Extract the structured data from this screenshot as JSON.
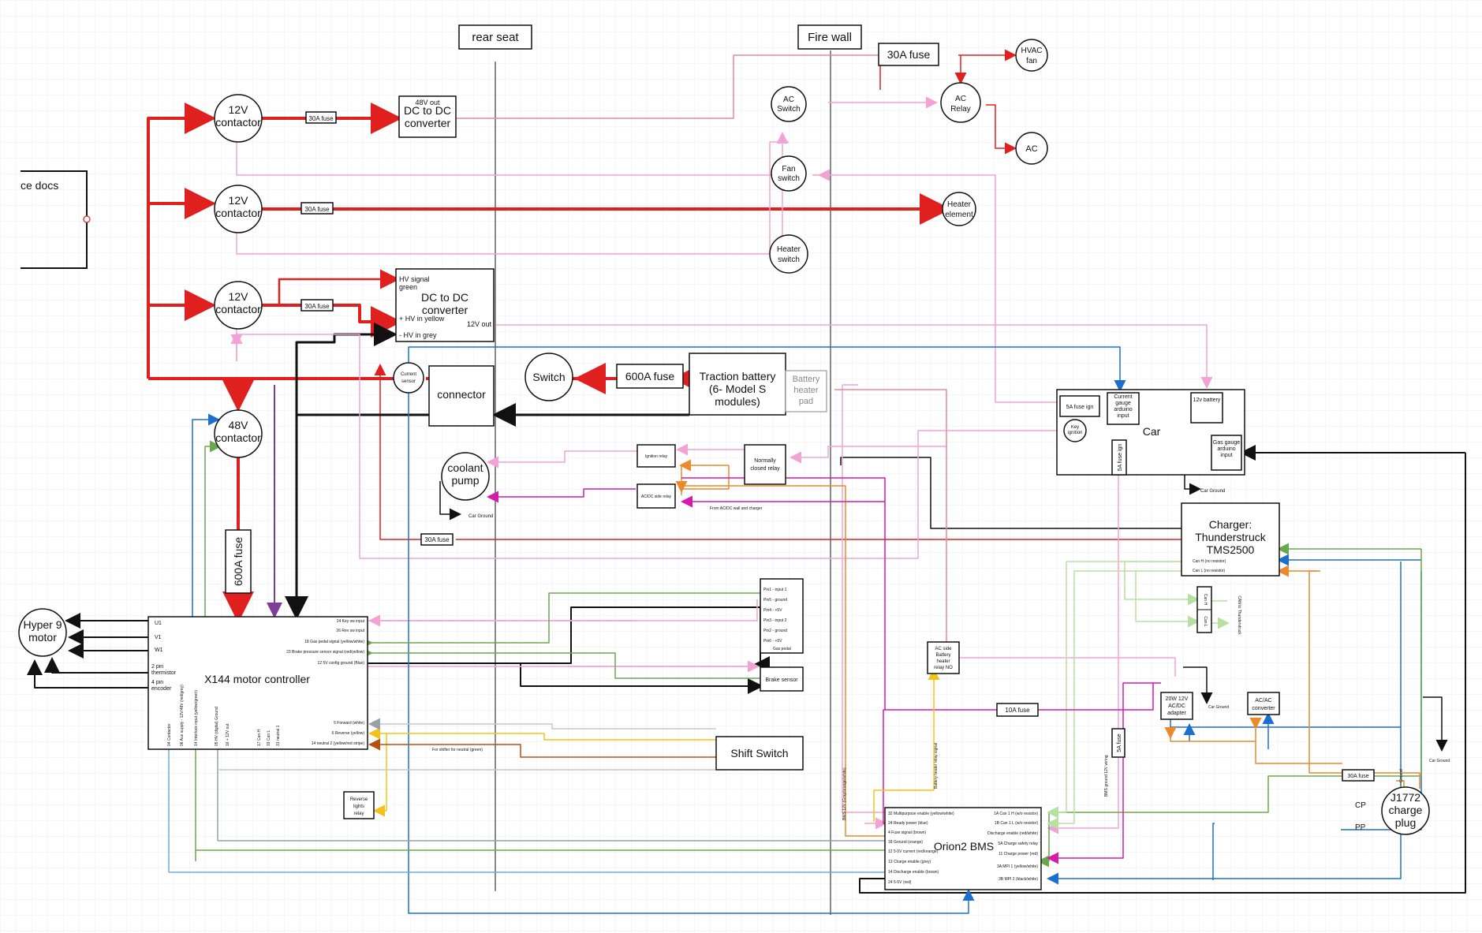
{
  "colors": {
    "red": "#e0201e",
    "black": "#111111",
    "pink": "#f3a2d6",
    "blue": "#1b6fcf",
    "lightblue": "#6da8e6",
    "green": "#6aa84f",
    "lightgreen": "#b7e1a1",
    "orange": "#ea8a2a",
    "magenta": "#d61aa9",
    "purple": "#7d3c98",
    "yellow": "#f2c21b",
    "brown": "#b5520f",
    "gray": "#9aa0a6",
    "rose": "#e58a95"
  },
  "dividers": {
    "rear_seat": "rear seat",
    "fire_wall": "Fire wall"
  },
  "left_doc": "ce docs",
  "contactors": [
    {
      "line1": "12V",
      "line2": "contactor"
    },
    {
      "line1": "12V",
      "line2": "contactor"
    },
    {
      "line1": "12V",
      "line2": "contactor"
    },
    {
      "line1": "48V",
      "line2": "contactor"
    }
  ],
  "fuses": {
    "f30a_1": "30A fuse",
    "f30a_2": "30A fuse",
    "f30a_3": "30A fuse",
    "hvac_fuse": "30A fuse",
    "f600_main": "600A fuse",
    "f600_vert": "600A fuse",
    "f30a_charger": "30A fuse",
    "f10a": "10A fuse",
    "f5a_bms": "5A fuse",
    "f30a_j1772": "30A fuse"
  },
  "dcdc1": {
    "top": "48V out",
    "line1": "DC to DC",
    "line2": "converter"
  },
  "dcdc2": {
    "hv_signal": "HV signal",
    "green": "green",
    "line1": "DC to DC",
    "line2": "converter",
    "hv_in": "+ HV in yellow",
    "hv_minus": "- HV in grey",
    "out12": "12V out"
  },
  "hvac_fan": {
    "line1": "HVAC",
    "line2": "fan"
  },
  "ac_switch": {
    "line1": "AC",
    "line2": "Switch"
  },
  "ac_relay": {
    "line1": "AC",
    "line2": "Relay"
  },
  "ac": "AC",
  "fan_switch": {
    "line1": "Fan",
    "line2": "switch"
  },
  "heater_element": {
    "line1": "Heater",
    "line2": "element"
  },
  "heater_switch": {
    "line1": "Heater",
    "line2": "switch"
  },
  "current_sensor": {
    "line1": "Current",
    "line2": "sensor"
  },
  "connector": "connector",
  "switch": "Switch",
  "traction": {
    "line1": "Traction battery",
    "line2": "(6- Model S",
    "line3": "modules)"
  },
  "heater_pad": {
    "line1": "Battery",
    "line2": "heater",
    "line3": "pad"
  },
  "car": {
    "title": "Car",
    "fuse_ign": "5A fuse ign",
    "current_gauge": "Current gauge arduino input",
    "battery": "12v battery",
    "key": "Key ignition",
    "fuse5a": "5A fuse ign",
    "gas_gauge": "Gas gauge arduino input"
  },
  "car_ground": "Car Ground",
  "coolant": {
    "line1": "coolant",
    "line2": "pump"
  },
  "ign_relay": "Ignition relay",
  "acdc_relay": "AC/DC side relay",
  "nc_relay": {
    "line1": "Normally",
    "line2": "closed relay"
  },
  "from_acdc_note": "From AC/DC wall and charger",
  "charger": {
    "line1": "Charger:",
    "line2": "Thunderstruck",
    "line3": "TMS2500",
    "can_h": "Can H (no resistor)",
    "can_l": "Can L (no resistor)"
  },
  "motor": {
    "line1": "Hyper 9",
    "line2": "motor"
  },
  "x144": {
    "title": "X144 motor controller",
    "u": "U1",
    "v": "V1",
    "w": "W1",
    "thermistor": "2 pin thermistor",
    "encoder": "4 pin encoder",
    "pin24": "24 Key sw input",
    "pin26": "26 Rev sw input",
    "pin18": "18 Gas pedal signal (yellow/white)",
    "pin23": "23 Brake pressure sensor signal (red/yellow)",
    "pin12": "12 5V config ground (Blue)",
    "pin5": "5 Forward (white)",
    "pin6": "6 Reverse (yellow)",
    "pin14": "14 neutral 2 (yellow/red stripe)",
    "bot_pins": [
      "04 Contactor",
      "06 Aux supply - 12V/48V (red/grey)",
      "14 Interlock input (yellow/green)",
      "05 HV (digital) Ground",
      "16 + 12V out",
      "17 Can H",
      "19 Can L",
      "31 neutral 1"
    ]
  },
  "gas_pedal": {
    "p1": "Pin1 - input 1",
    "p2": "Pin5 - ground",
    "p3": "Pin4 - +5V",
    "p4": "Pin3 - input 2",
    "p5": "Pin2 - ground",
    "p6": "Pin6 - +5V",
    "p7": "Gas pedal"
  },
  "brake_sensor": "Brake sensor",
  "shift_switch": "Shift Switch",
  "neutral_note": "For shifter for neutral (green)",
  "reverse_relay": {
    "line1": "Reverse",
    "line2": "lights",
    "line3": "relay"
  },
  "ac_side_relay": {
    "line1": "AC side",
    "line2": "Battery",
    "line3": "heater",
    "line4": "relay NO"
  },
  "orion": {
    "title": "Orion2 BMS",
    "left": [
      "32 Multipurpose enable (yellow/white)",
      "24 Ready power (blue)",
      "4 Fuse signal (brown)",
      "18 Ground (orange)",
      "12 5-5V current (red/orange)",
      "13 Charge enable (grey)",
      "14 Discharge enable (brown)",
      "24 5-5V (red)"
    ],
    "right": [
      "1A Can 1 H (w/o resistor)",
      "1B Can 1 L (w/o resistor)",
      "Discharge enable (red/white)",
      "5A Charge safety relay",
      "11 Charge power (red)",
      "3A MPI 1 (yellow/white)",
      "3B MPI 2 (black/white)"
    ]
  },
  "bms_12v_note": "BMS 12V (Gray/orange/white)",
  "bms_ground_note": "BMS ground 12V wiring",
  "relay_note": "Battery heater relay signal",
  "charger_can": "Can H / Can L",
  "charger_conn": {
    "a": "Can H",
    "b": "Can L",
    "c": "CAN to Thunderstruck"
  },
  "acdc_adapter": {
    "line1": "20W 12V",
    "line2": "AC/DC",
    "line3": "adapter"
  },
  "car_ground_2": "Car Ground",
  "acac_converter": {
    "line1": "AC/AC",
    "line2": "converter"
  },
  "car_ground_3": "Car Ground",
  "j1772": {
    "line1": "J1772",
    "line2": "charge",
    "line3": "plug",
    "cp": "CP",
    "pp": "PP",
    "ground": "Ground"
  }
}
